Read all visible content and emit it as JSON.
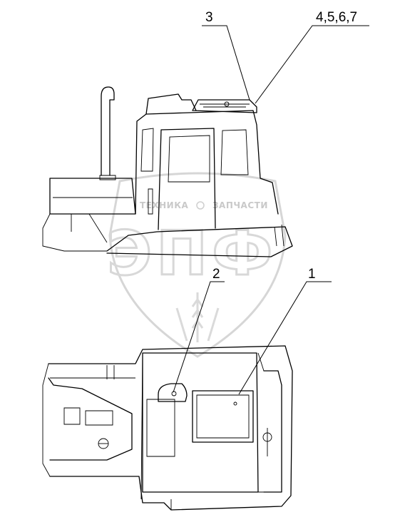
{
  "callouts": {
    "c3": "3",
    "c4567": "4,5,6,7",
    "c2": "2",
    "c1": "1"
  },
  "watermark": {
    "logo": "ЭПФ",
    "left_word": "ТЕХНИКА",
    "right_word": "ЗАПЧАСТИ",
    "color": "#c9c9c9"
  },
  "colors": {
    "ink": "#000000",
    "background": "#ffffff"
  }
}
